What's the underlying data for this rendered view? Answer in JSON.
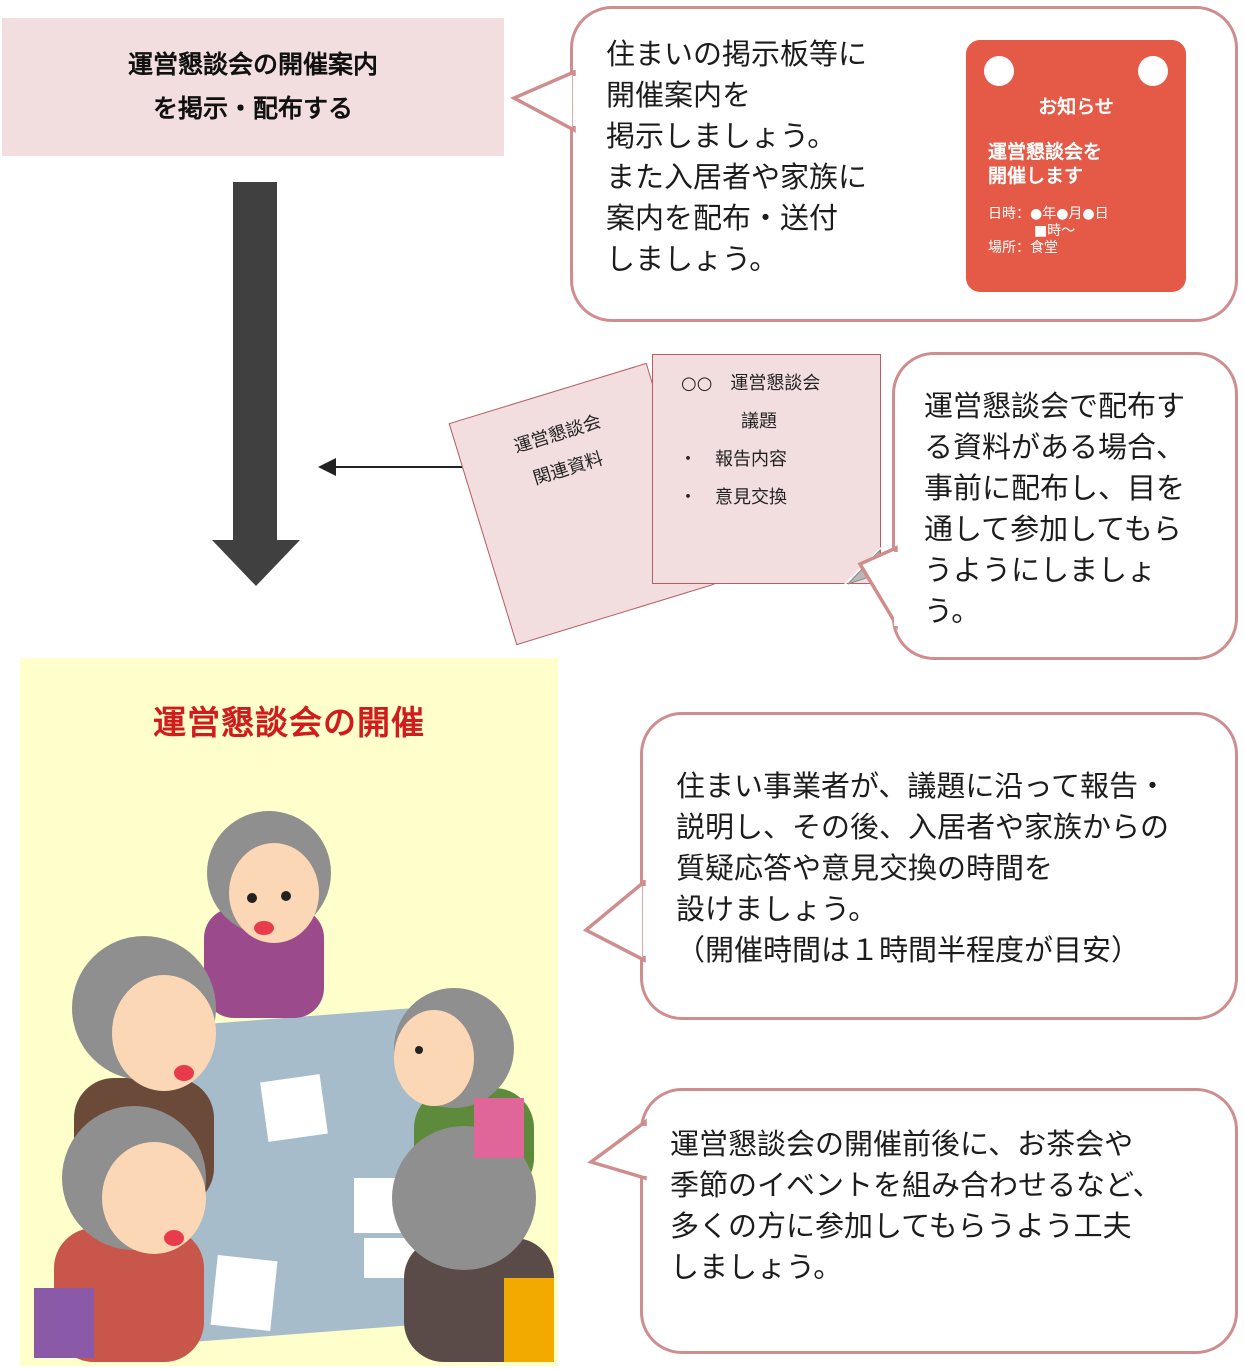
{
  "step_box": {
    "line1": "運営懇談会の開催案内",
    "line2": "を掲示・配布する"
  },
  "bubble_notice": {
    "lines": [
      "住まいの掲示板等に",
      "開催案内を",
      "掲示しましょう。",
      "また入居者や家族に",
      "案内を配布・送付",
      "しましょう。"
    ]
  },
  "notice_paper": {
    "title": "お知らせ",
    "heading_line1": "運営懇談会を",
    "heading_line2": "開催します",
    "date_line": "日時：●年●月●日",
    "time_line": "■時～",
    "place_line": "場所：食堂"
  },
  "documents": {
    "back_line1": "運営懇談会",
    "back_line2": "関連資料",
    "front_title": "○○　運営懇談会",
    "front_sub": "議題",
    "bullets": [
      "報告内容",
      "意見交換"
    ]
  },
  "bubble_materials": {
    "lines": [
      "運営懇談会で配布す",
      "る資料がある場合、",
      "事前に配布し、目を",
      "通して参加してもら",
      "うようにしましょ",
      "う。"
    ]
  },
  "meeting": {
    "title": "運営懇談会の開催"
  },
  "bubble_agenda": {
    "lines": [
      "住まい事業者が、議題に沿って報告・",
      "説明し、その後、入居者や家族からの",
      "質疑応答や意見交換の時間を",
      "設けましょう。",
      "（開催時間は１時間半程度が目安）"
    ]
  },
  "bubble_event": {
    "lines": [
      "運営懇談会の開催前後に、お茶会や",
      "季節のイベントを組み合わせるなど、",
      "多くの方に参加してもらうよう工夫",
      "しましょう。"
    ]
  },
  "colors": {
    "step_box_bg": "#f2dede",
    "bubble_border": "#cf8d8e",
    "arrow": "#404040",
    "notice_paper": "#e45a47",
    "meeting_panel_bg": "#ffffcc",
    "meeting_title": "#d01c1c"
  },
  "icons": [
    "down-arrow-icon",
    "left-arrow-icon",
    "pushpin-icon",
    "meeting-people-illustration"
  ]
}
